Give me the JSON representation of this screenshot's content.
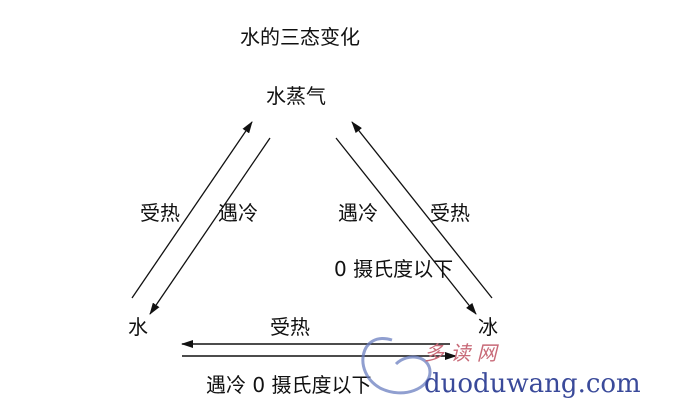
{
  "title": "水的三态变化",
  "nodes": {
    "vapor": "水蒸气",
    "water": "水",
    "ice": "冰"
  },
  "edges": {
    "water_to_vapor": "受热",
    "vapor_to_water": "遇冷",
    "vapor_to_ice": "遇冷",
    "ice_to_vapor": "受热",
    "vapor_to_ice_condition": "0 摄氏度以下",
    "ice_to_water": "受热",
    "water_to_ice": "遇冷 0 摄氏度以下"
  },
  "watermark": {
    "chars": "多 读 网",
    "url": "duoduwang.com"
  },
  "colors": {
    "line": "#111111",
    "watermark_pink": "#c86a78",
    "watermark_blue": "#3a4a9a"
  }
}
